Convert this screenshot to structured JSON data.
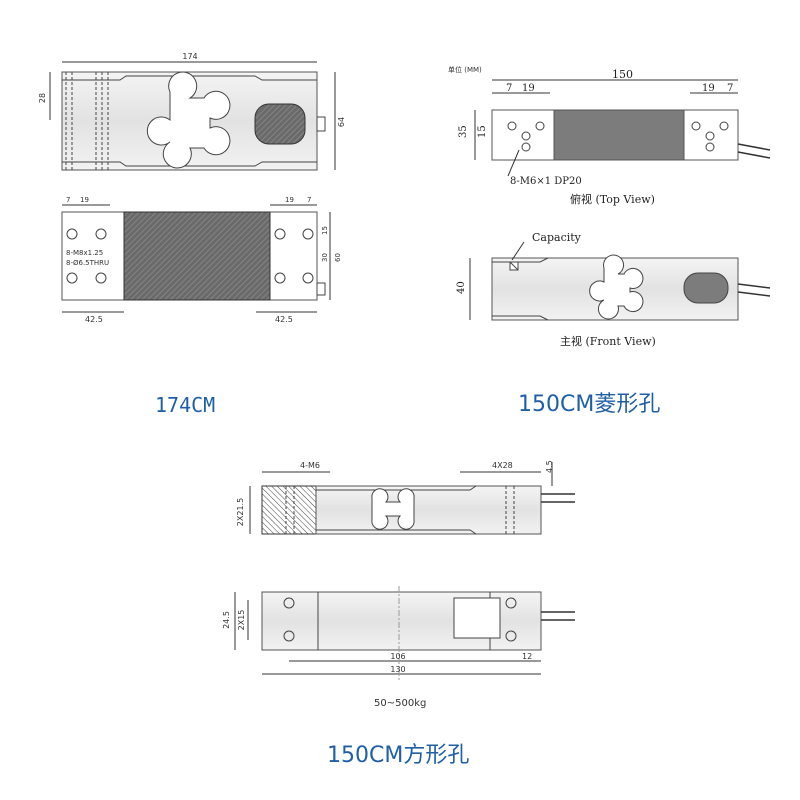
{
  "captions": {
    "left_top": "174CM",
    "right_top": "150CM菱形孔",
    "bottom": "150CM方形孔"
  },
  "drawing_174": {
    "length": "174",
    "height": "28",
    "width": "64",
    "pitch_a": "7",
    "pitch_b": "19",
    "span": "42.5",
    "inner_w": "30",
    "outer_w": "60",
    "edge": "15",
    "thread_note": "8-M8x1.25",
    "hole_note": "8-Ø6.5THRU"
  },
  "drawing_150_diamond": {
    "unit_label": "单位 (MM)",
    "length": "150",
    "pitch_a": "7",
    "pitch_b": "19",
    "width": "35",
    "edge": "15",
    "height": "40",
    "thread_note": "8-M6×1 DP20",
    "top_view": "俯视 (Top View)",
    "front_view": "主视 (Front View)",
    "capacity": "Capacity"
  },
  "drawing_150_square": {
    "thread_note": "4-M6",
    "slot_note": "4X28",
    "offset": "4.5",
    "side_dim": "2X21.5",
    "width": "24.5",
    "inner_w": "2X15",
    "span": "106",
    "edge": "12",
    "length": "130",
    "range": "50~500kg"
  }
}
